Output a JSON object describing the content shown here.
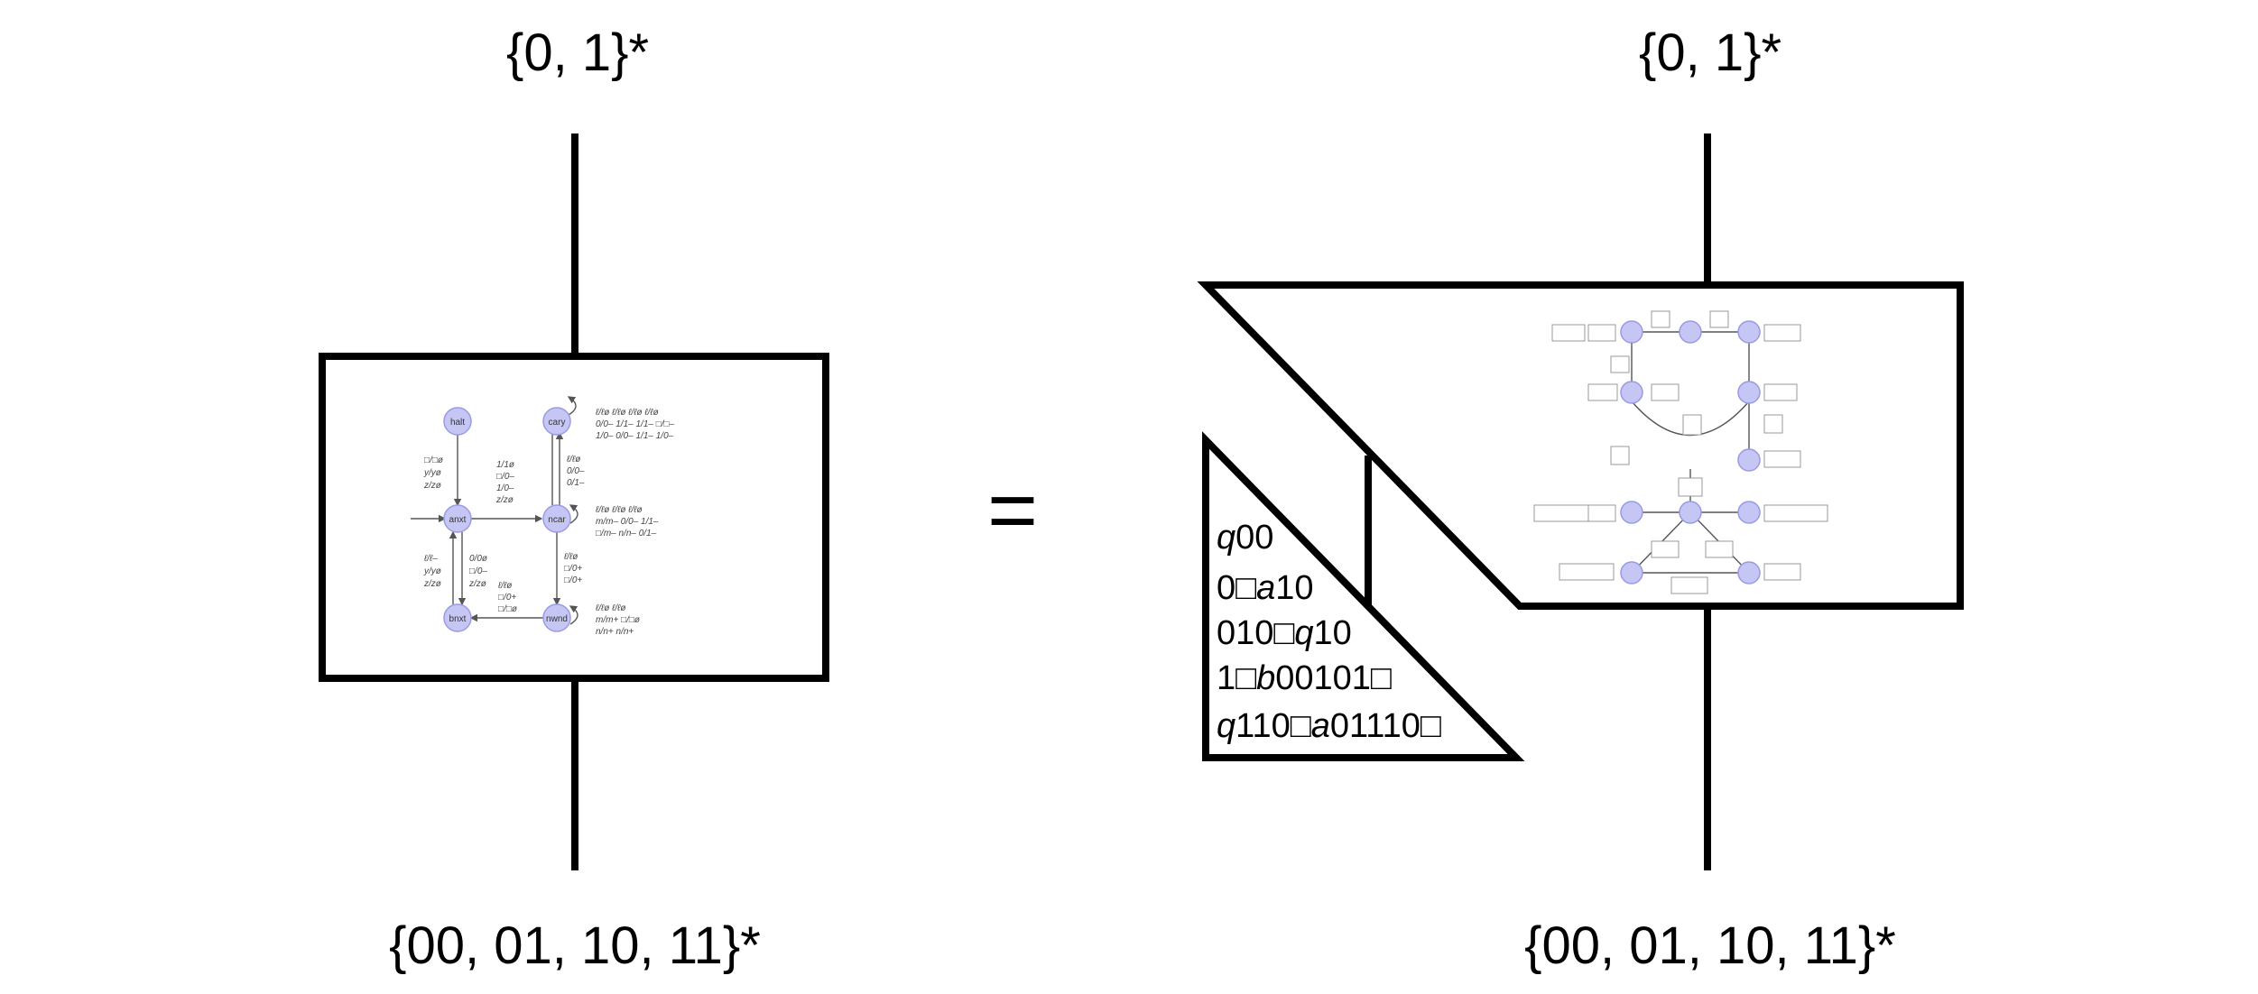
{
  "left": {
    "top_set": "{0, 1}*",
    "bottom_set": "{00, 01, 10, 11}*",
    "machine": {
      "states": [
        "halt",
        "cary",
        "anxt",
        "ncar",
        "bnxt",
        "nwnd"
      ],
      "transitions": {
        "anxt_halt": [
          "□/□ø",
          "y/yø",
          "z/zø"
        ],
        "anxt_ncar": [
          "1/1ø",
          "□/0–",
          "1/0–",
          "z/zø"
        ],
        "cary_loop": [
          "ℓ/ℓø  ℓ/ℓø  ℓ/ℓø  ℓ/ℓø",
          "0/0–   1/1–   1/1–   □/□–",
          "1/0–   0/0–   1/1–   1/0–"
        ],
        "ncar_cary": [
          "ℓ/ℓø",
          "0/0–",
          "0/1–"
        ],
        "ncar_loop": [
          "ℓ/ℓø   ℓ/ℓø   ℓ/ℓø",
          "m/m–   0/0–   1/1–",
          "□/m–   n/n–   0/1–"
        ],
        "bnxt_anxt": [
          "ℓ/ℓ–",
          "y/yø",
          "z/zø"
        ],
        "anxt_bnxt": [
          "0/0ø",
          "□/0–",
          "z/zø"
        ],
        "ncar_nwnd": [
          "ℓ/ℓø",
          "□/0+",
          "□/0+"
        ],
        "nwnd_bnxt": [
          "ℓ/ℓø",
          "□/0+",
          "□/□ø"
        ],
        "nwnd_loop": [
          "ℓ/ℓø   ℓ/ℓø",
          "m/m+   □/□ø",
          "n/n+   n/n+"
        ]
      }
    }
  },
  "equals": "=",
  "right": {
    "top_set": "{0, 1}*",
    "bottom_set": "{00, 01, 10, 11}*",
    "tape": {
      "line1": {
        "s": "q",
        "t": "00"
      },
      "line2": {
        "a": "0□",
        "s": "a",
        "t": "10"
      },
      "line3": {
        "a": "010□",
        "s": "q",
        "t": "10"
      },
      "line4": {
        "a": "1□",
        "s": "b",
        "t": "00101□"
      },
      "line5": {
        "s": "q",
        "t": "110□",
        "s2": "a",
        "t2": "01110□"
      }
    }
  },
  "colors": {
    "node_fill": "#c6c6f4",
    "line": "#000000"
  }
}
